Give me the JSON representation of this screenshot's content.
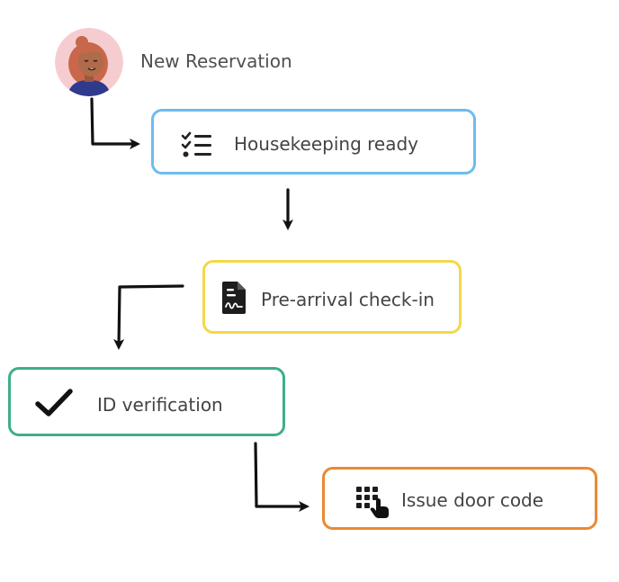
{
  "start": {
    "label": "New Reservation",
    "avatar_icon": "person-avatar-icon"
  },
  "steps": [
    {
      "label": "Housekeeping ready",
      "icon": "checklist-icon",
      "border_color": "#6cbcf0"
    },
    {
      "label": "Pre-arrival check-in",
      "icon": "document-signature-icon",
      "border_color": "#f3d848"
    },
    {
      "label": "ID verification",
      "icon": "checkmark-icon",
      "border_color": "#3fae8a"
    },
    {
      "label": "Issue door code",
      "icon": "keypad-tap-icon",
      "border_color": "#ea8a33"
    }
  ],
  "colors": {
    "arrow": "#111111",
    "text": "#444444"
  }
}
